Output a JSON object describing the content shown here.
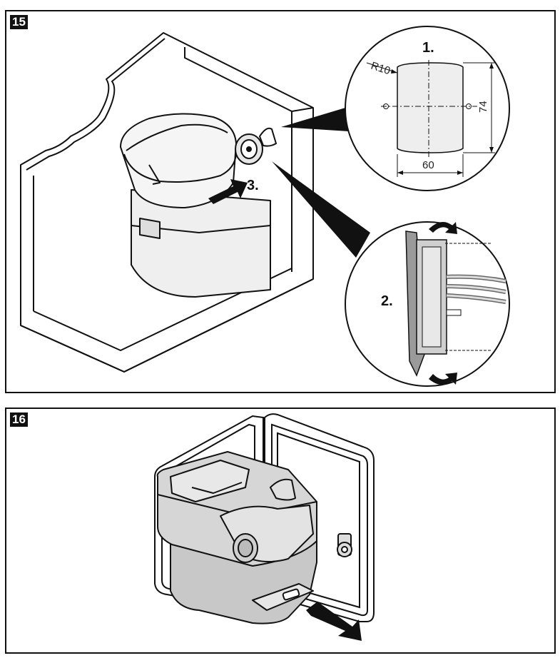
{
  "figure15": {
    "number": "15",
    "step1": "1.",
    "step2": "2.",
    "step3": "3.",
    "radius": "R10",
    "height": "74",
    "width": "60"
  },
  "figure16": {
    "number": "16"
  },
  "colors": {
    "line": "#111111",
    "fill_light": "#e6e6e6",
    "fill_mid": "#cfcfcf",
    "fill_dark": "#9a9a9a"
  }
}
